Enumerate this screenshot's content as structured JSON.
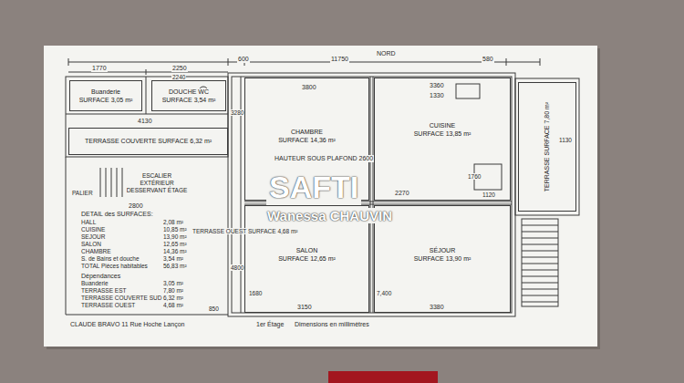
{
  "diagram": {
    "nodes": [
      {
        "text": [
          "Buanderie",
          "SURFACE 3,05 m²"
        ]
      },
      {
        "text": [
          "DOUCHE WC",
          "SURFACE 3,54 m²"
        ]
      },
      {
        "text": [
          "TERRASSE COUVERTE SURFACE 6,32 m²"
        ]
      },
      {
        "text": [
          "ESCALIER EXTÉRIEUR DESSERVANT ÉTAGE"
        ]
      },
      {
        "text": [
          "CHAMBRE",
          "SURFACE 14,36 m²"
        ]
      },
      {
        "text": [
          "CUISINE",
          "SURFACE 13,85 m²"
        ]
      },
      {
        "text": [
          "TERRASSE SURFACE 7,80 m²"
        ]
      },
      {
        "text": [
          "SALON",
          "SURFACE 12,65 m²"
        ]
      },
      {
        "text": [
          "SÉJOUR",
          "SURFACE 13,90 m²"
        ]
      }
    ],
    "edges": [],
    "labels": [
      "11750",
      "NORD",
      "600",
      "580",
      "1770",
      "2250",
      "2240",
      "3800",
      "3360",
      "1330",
      "4130",
      "2800",
      "PALIER",
      "HAUTEUR SOUS PLAFOND 2600",
      "2270",
      "1760",
      "1120",
      "3280",
      "4800",
      "1680",
      "7,400",
      "3150",
      "3380",
      "850",
      "1130",
      "DETAIL des SURFACES:",
      "HALL",
      "2,08 m²",
      "CUISINE",
      "10,85 m²",
      "SEJOUR",
      "13,90 m²",
      "SALON",
      "12,65 m²",
      "CHAMBRE",
      "14,36 m²",
      "S. de Bains et douche",
      "3,54 m²",
      "TOTAL Pièces habitables",
      "56,83 m²",
      "Dépendances",
      "Buanderie",
      "3,05 m²",
      "TERRASSE EST",
      "7,80 m²",
      "TERRASSE COUVERTE SUD",
      "6,32 m²",
      "TERRASSE OUEST",
      "4,68 m²",
      "TERRASSE OUEST SURFACE 4,68 m²",
      "CLAUDE BRAVO 11 Rue Hoche Lançon",
      "1er Étage",
      "Dimensions en millimètres",
      "SAFTI",
      "Wanessa CHAUVIN"
    ]
  }
}
